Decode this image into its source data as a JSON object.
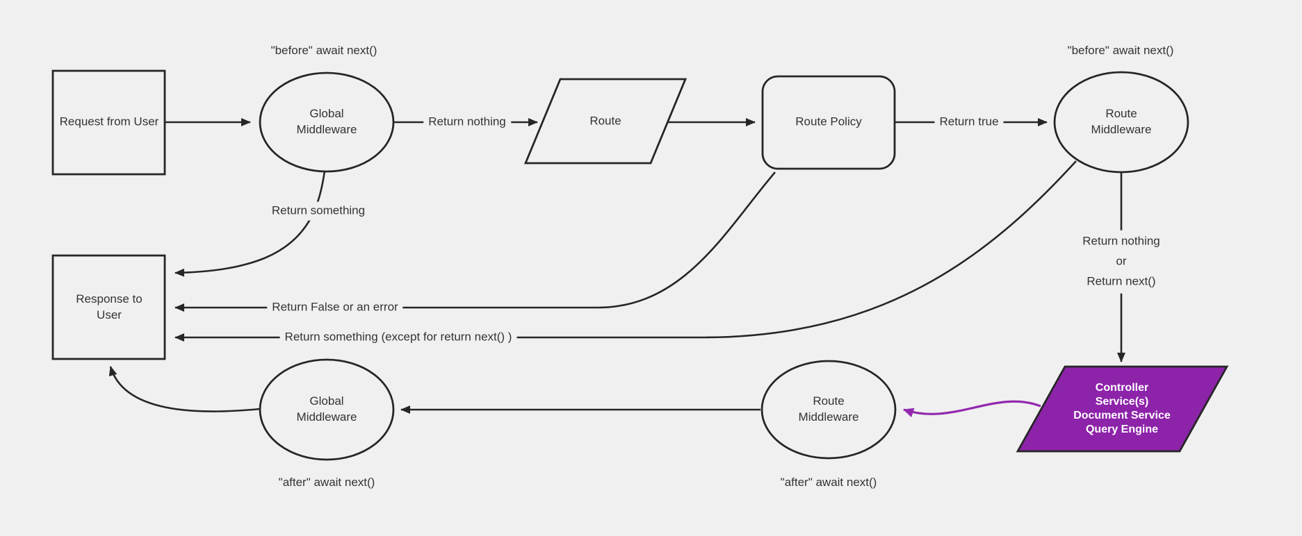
{
  "diagram": {
    "type": "flowchart",
    "colors": {
      "background": "#f0f0f0",
      "node_fill": "#f0f0f0",
      "stroke": "#262626",
      "text": "#333333",
      "controller_fill": "#8d23a9",
      "controller_text": "#ffffff",
      "purple_edge": "#9229ae"
    },
    "nodes": {
      "request": {
        "label": "Request from User",
        "shape": "rectangle"
      },
      "global_middleware_top": {
        "label": "Global Middleware",
        "shape": "ellipse"
      },
      "route": {
        "label": "Route",
        "shape": "parallelogram"
      },
      "route_policy": {
        "label": "Route Policy",
        "shape": "rounded-rectangle"
      },
      "route_middleware_top": {
        "label": "Route Middleware",
        "shape": "ellipse"
      },
      "response": {
        "label": "Response to User",
        "shape": "rectangle"
      },
      "global_middleware_bottom": {
        "label": "Global Middleware",
        "shape": "ellipse"
      },
      "route_middleware_bottom": {
        "label": "Route Middleware",
        "shape": "ellipse"
      },
      "controller": {
        "shape": "parallelogram",
        "lines": [
          "Controller",
          "Service(s)",
          "Document Service",
          "Query Engine"
        ]
      }
    },
    "edge_labels": {
      "before_global": "\"before\" await next()",
      "before_route": "\"before\" await next()",
      "return_nothing": "Return nothing",
      "return_true": "Return true",
      "return_something": "Return something",
      "return_false": "Return False or an error",
      "return_something_except": "Return something (except for return next() )",
      "return_nothing_or": {
        "line1": "Return nothing",
        "line2": "or",
        "line3": "Return next()"
      },
      "after_global": "\"after\" await next()",
      "after_route": "\"after\" await next()"
    }
  }
}
